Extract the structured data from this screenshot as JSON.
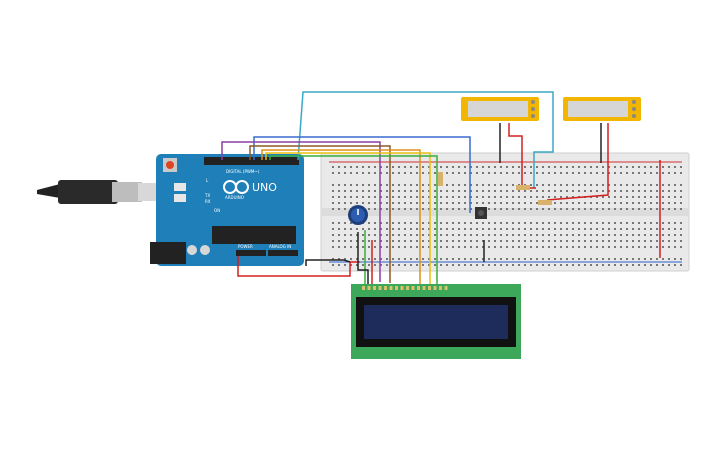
{
  "arduino": {
    "brand": "UNO",
    "maker": "ARDUINO",
    "digital_header": "DIGITAL (PWM~)",
    "power_header": "POWER",
    "analog_header": "ANALOG IN",
    "tx_label": "TX",
    "rx_label": "RX",
    "l_label": "L",
    "on_label": "ON"
  },
  "colors": {
    "board": "#1f7fb8",
    "breadboard": "#e9e9e9",
    "lcd_pcb": "#3ea85a",
    "lcd_screen": "#1e2c5c",
    "sensor_frame": "#f2b600",
    "wire_teal": "#3aa8c6",
    "wire_purple": "#8a3fa6",
    "wire_blue": "#3a6ccf",
    "wire_orange": "#e0901a",
    "wire_yellow": "#e8c010",
    "wire_green": "#3aae3a",
    "wire_red": "#d32020",
    "wire_black": "#222222",
    "wire_brown": "#8b5a2b"
  },
  "icons": [
    "usb-cable-icon",
    "potentiometer-icon",
    "pushbutton-icon",
    "resistor-icon",
    "infinity-logo-icon"
  ]
}
